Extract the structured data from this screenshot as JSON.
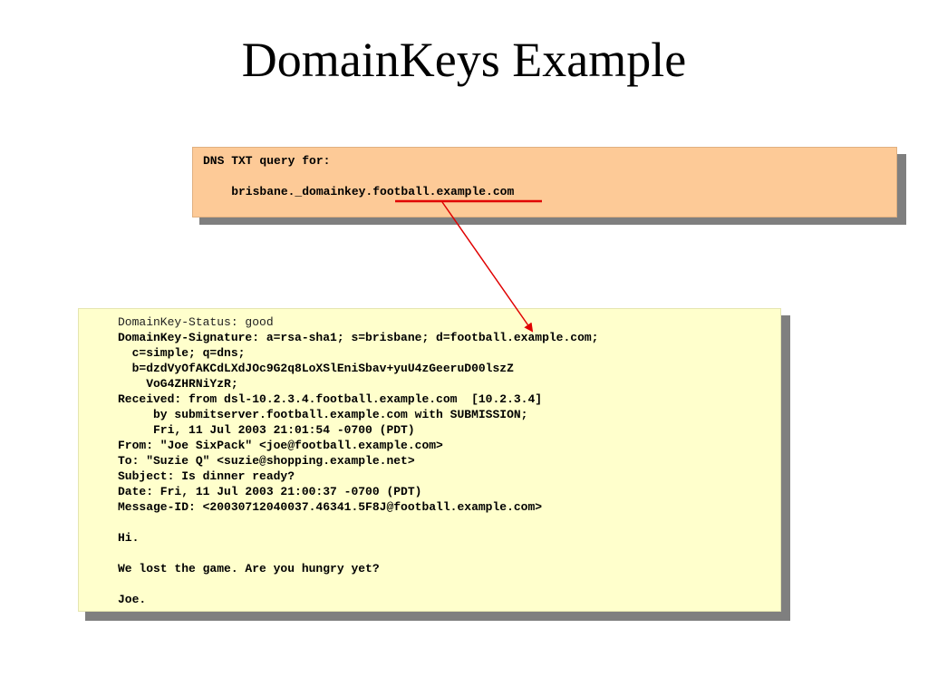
{
  "slide": {
    "title": "DomainKeys Example"
  },
  "dns_box": {
    "lines": [
      "DNS TXT query for:",
      "",
      "    brisbane._domainkey.football.example.com"
    ]
  },
  "email_box": {
    "status_line": "DomainKey-Status: good",
    "lines": [
      "DomainKey-Signature: a=rsa-sha1; s=brisbane; d=football.example.com;",
      "  c=simple; q=dns;",
      "  b=dzdVyOfAKCdLXdJOc9G2q8LoXSlEniSbav+yuU4zGeeruD00lszZ",
      "    VoG4ZHRNiYzR;",
      "Received: from dsl-10.2.3.4.football.example.com  [10.2.3.4]",
      "     by submitserver.football.example.com with SUBMISSION;",
      "     Fri, 11 Jul 2003 21:01:54 -0700 (PDT)",
      "From: \"Joe SixPack\" <joe@football.example.com>",
      "To: \"Suzie Q\" <suzie@shopping.example.net>",
      "Subject: Is dinner ready?",
      "Date: Fri, 11 Jul 2003 21:00:37 -0700 (PDT)",
      "Message-ID: <20030712040037.46341.5F8J@football.example.com>",
      "",
      "Hi.",
      "",
      "We lost the game. Are you hungry yet?",
      "",
      "Joe."
    ]
  },
  "colors": {
    "dns_box_bg": "#fdca97",
    "email_box_bg": "#ffffcc",
    "shadow": "#7f7f7f",
    "annotation": "#e00000"
  }
}
